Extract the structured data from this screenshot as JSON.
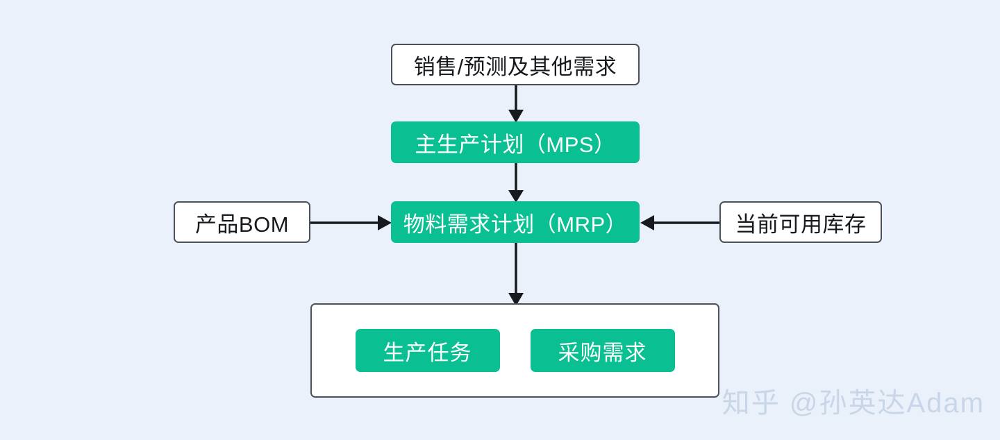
{
  "diagram": {
    "title_hidden": "",
    "background_color": "#eaf1fb",
    "accent_color": "#0abf92",
    "border_color": "#4a5158",
    "nodes": {
      "demand": {
        "label": "销售/预测及其他需求",
        "style": "plain"
      },
      "mps": {
        "label": "主生产计划（MPS）",
        "style": "green"
      },
      "mrp": {
        "label": "物料需求计划（MRP）",
        "style": "green"
      },
      "bom": {
        "label": "产品BOM",
        "style": "plain"
      },
      "stock": {
        "label": "当前可用库存",
        "style": "plain"
      }
    },
    "outputs": {
      "items": [
        {
          "label": "生产任务"
        },
        {
          "label": "采购需求"
        }
      ]
    },
    "connectors": [
      {
        "name": "demand-to-mps",
        "direction": "down"
      },
      {
        "name": "mps-to-mrp",
        "direction": "down"
      },
      {
        "name": "bom-to-mrp",
        "direction": "right"
      },
      {
        "name": "stock-to-mrp",
        "direction": "left"
      },
      {
        "name": "mrp-to-outputs",
        "direction": "down"
      }
    ]
  },
  "watermark": {
    "text": "知乎 @孙英达Adam"
  }
}
